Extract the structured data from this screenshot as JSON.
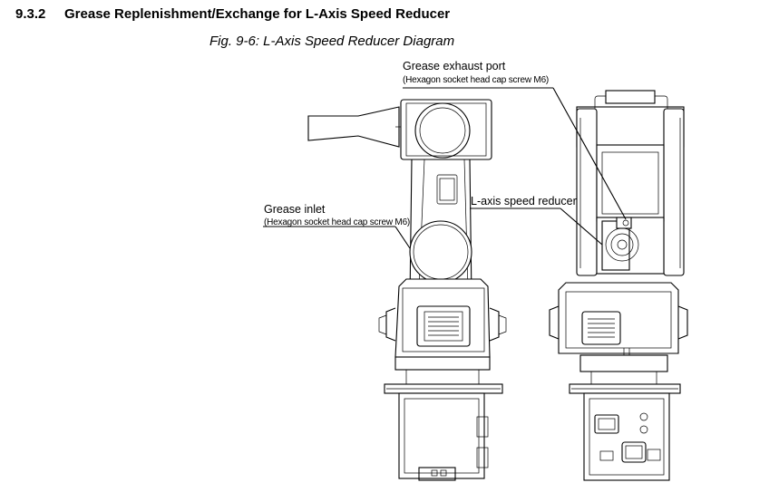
{
  "section": {
    "number": "9.3.2",
    "title": "Grease Replenishment/Exchange for L-Axis Speed Reducer"
  },
  "figure": {
    "caption": "Fig. 9-6: L-Axis Speed Reducer Diagram"
  },
  "callouts": {
    "exhaust": {
      "title": "Grease exhaust port",
      "detail": "(Hexagon socket head cap screw M6)"
    },
    "inlet": {
      "title": "Grease inlet",
      "detail": "(Hexagon socket head cap screw M6)"
    },
    "reducer": {
      "title": "L-axis speed reducer"
    }
  }
}
